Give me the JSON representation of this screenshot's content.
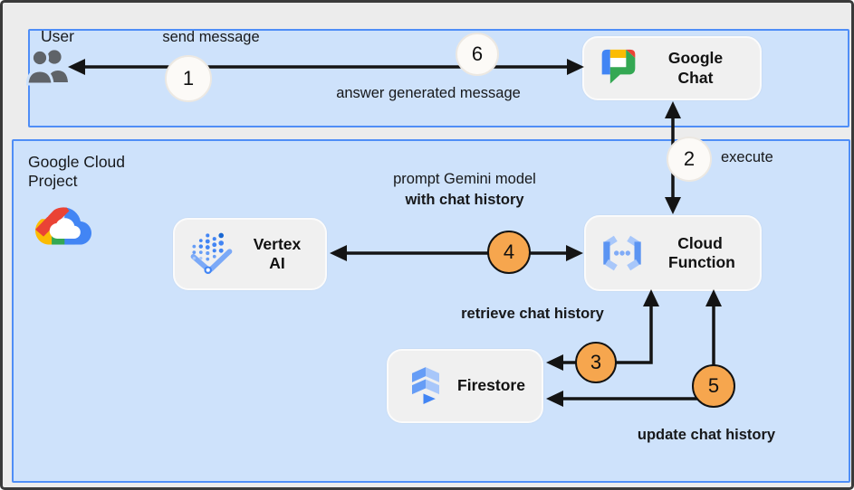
{
  "zones": {
    "user": {
      "label": "User"
    },
    "gcp": {
      "label": "Google Cloud\nProject"
    }
  },
  "nodes": {
    "google_chat": {
      "label": "Google Chat"
    },
    "vertex_ai": {
      "label": "Vertex AI"
    },
    "cloud_function": {
      "label": "Cloud Function"
    },
    "firestore": {
      "label": "Firestore"
    }
  },
  "steps": [
    {
      "number": "1",
      "style": "white"
    },
    {
      "number": "2",
      "style": "white"
    },
    {
      "number": "3",
      "style": "orange"
    },
    {
      "number": "4",
      "style": "orange"
    },
    {
      "number": "5",
      "style": "orange"
    },
    {
      "number": "6",
      "style": "white"
    }
  ],
  "labels": {
    "send_message": "send message",
    "answer_generated": "answer generated message",
    "execute": "execute",
    "prompt_line1": "prompt Gemini model",
    "prompt_line2": "with chat history",
    "retrieve": "retrieve chat history",
    "update": "update chat history"
  },
  "icons": {
    "user": "users-icon",
    "gcp": "google-cloud-logo",
    "google_chat": "google-chat-icon",
    "vertex_ai": "vertex-ai-icon",
    "cloud_function": "cloud-function-icon",
    "firestore": "firestore-icon"
  },
  "colors": {
    "panel_fill": "#cee2fb",
    "panel_border": "#4f8ef7",
    "node_fill": "#f0f0f0",
    "step_white": "#fcfaf7",
    "step_orange": "#f6a64e",
    "arrow": "#141414",
    "google_blue": "#4285F4",
    "google_red": "#EA4335",
    "google_yellow": "#FBBC04",
    "google_green": "#34A853",
    "icon_blue_light": "#A8C7FA",
    "icon_blue_mid": "#669DF6"
  }
}
